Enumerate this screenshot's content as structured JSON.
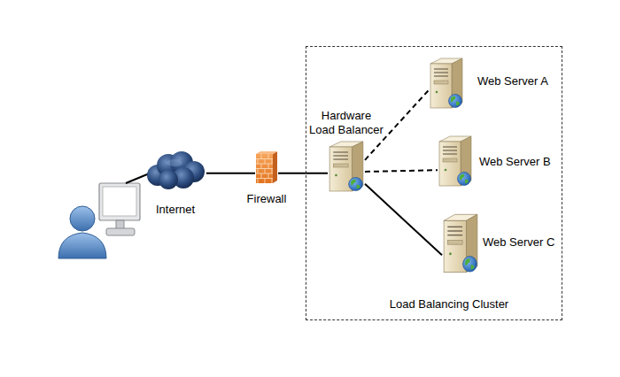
{
  "diagram": {
    "nodes": [
      {
        "text": [
          "Internet"
        ]
      },
      {
        "text": [
          "Firewall"
        ]
      },
      {
        "text": [
          "Load Balancing Cluster"
        ]
      },
      {
        "text": [
          "Hardware Load Balancer"
        ],
        "in": 2
      },
      {
        "text": [
          "Web Server A"
        ],
        "in": 2
      },
      {
        "text": [
          "Web Server B"
        ],
        "in": 2
      },
      {
        "text": [
          "Web Server C"
        ],
        "in": 2
      }
    ],
    "edges": [
      {
        "from": 0,
        "to": 1,
        "arrow": "none"
      },
      {
        "from": 1,
        "to": 3,
        "arrow": "none"
      },
      {
        "from": 3,
        "to": 4,
        "arrow": "none"
      },
      {
        "from": 3,
        "to": 5,
        "arrow": "none"
      },
      {
        "from": 3,
        "to": 6,
        "arrow": "none"
      }
    ]
  }
}
